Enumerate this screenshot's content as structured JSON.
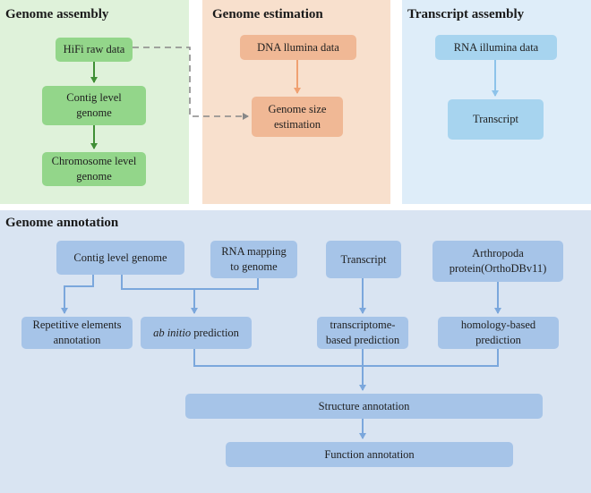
{
  "panels": {
    "genome_assembly": {
      "title": "Genome assembly",
      "nodes": {
        "hifi": "HiFi raw data",
        "contig": "Contig level\ngenome",
        "chromosome": "Chromosome level\ngenome"
      }
    },
    "genome_estimation": {
      "title": "Genome estimation",
      "nodes": {
        "dna": "DNA llumina data",
        "size": "Genome size\nestimation"
      }
    },
    "transcript_assembly": {
      "title": "Transcript assembly",
      "nodes": {
        "rna": "RNA illumina data",
        "transcript": "Transcript"
      }
    },
    "genome_annotation": {
      "title": "Genome annotation",
      "nodes": {
        "contig": "Contig level genome",
        "rna_mapping": "RNA mapping\nto genome",
        "transcript": "Transcript",
        "arthropoda": "Arthropoda\nprotein(OrthoDBv11)",
        "repetitive": "Repetitive elements\nannotation",
        "ab_initio_italic": "ab initio",
        "ab_initio_rest": " prediction",
        "transcriptome": "transcriptome-\nbased prediction",
        "homology": "homology-based\nprediction",
        "structure": "Structure annotation",
        "function": "Function annotation"
      }
    }
  },
  "colors": {
    "assembly_bg": "#dff2da",
    "estimation_bg": "#f8e0cd",
    "transcript_bg": "#deedf9",
    "annotation_bg": "#d9e4f2",
    "green_arrow": "#3f8f35",
    "orange_arrow": "#f0a172",
    "blue_arrow": "#8dc3ea",
    "annot_arrow": "#7ba7dc",
    "dashed": "#888888"
  }
}
